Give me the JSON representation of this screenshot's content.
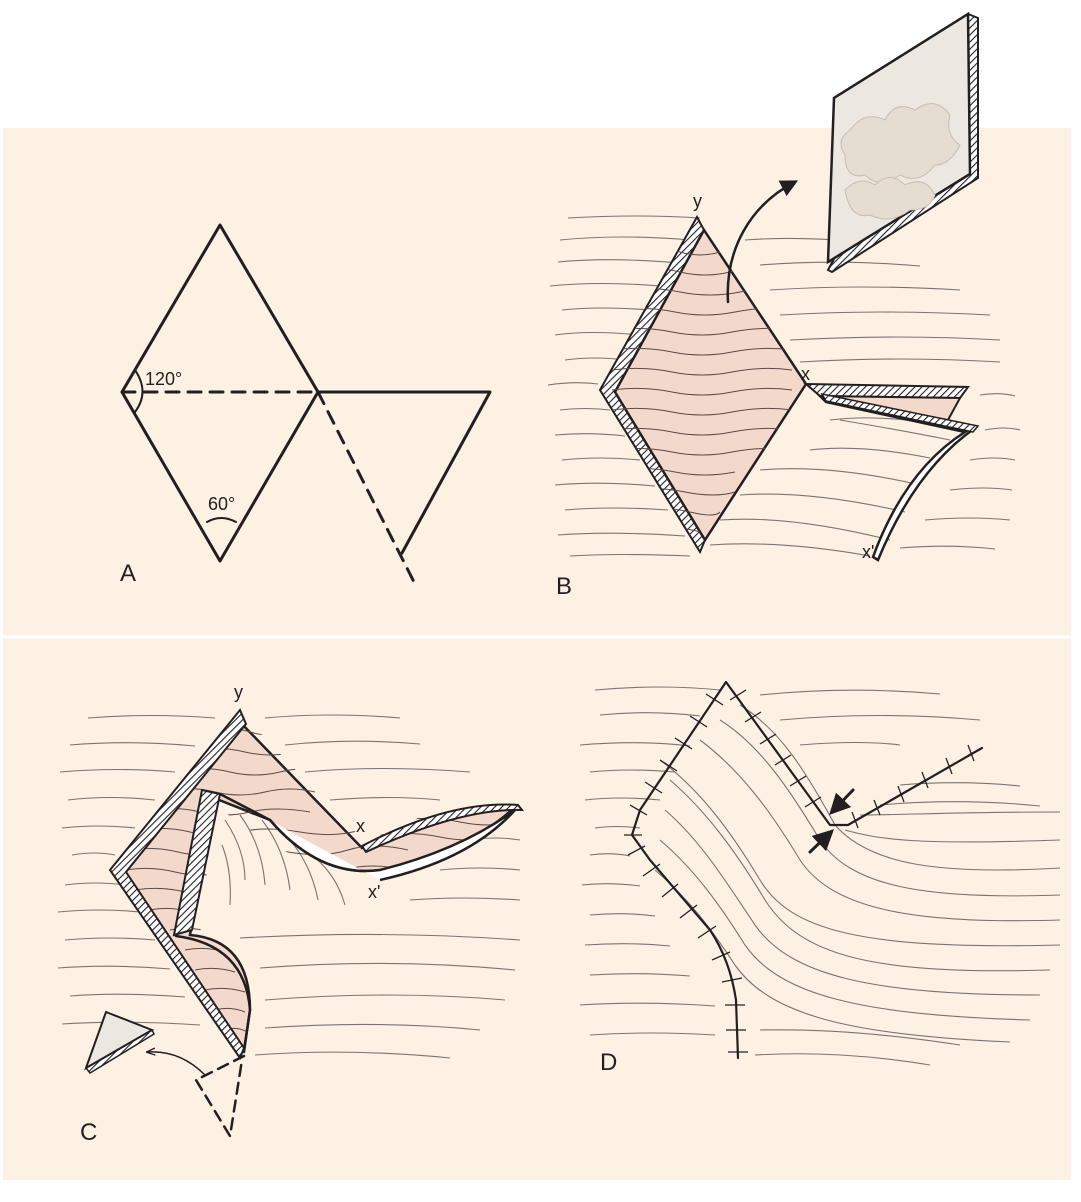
{
  "colors": {
    "background_panel": "#fdf1e4",
    "flap_tissue": "#f3d9cc",
    "graft_tissue": "#ece7e0",
    "line": "#231f20"
  },
  "panels": [
    {
      "id": "A",
      "label": "A",
      "angle_labels": [
        "120°",
        "60°"
      ]
    },
    {
      "id": "B",
      "label": "B",
      "point_labels": [
        "y",
        "x",
        "x'"
      ]
    },
    {
      "id": "C",
      "label": "C",
      "point_labels": [
        "y",
        "x",
        "x'"
      ]
    },
    {
      "id": "D",
      "label": "D"
    }
  ]
}
